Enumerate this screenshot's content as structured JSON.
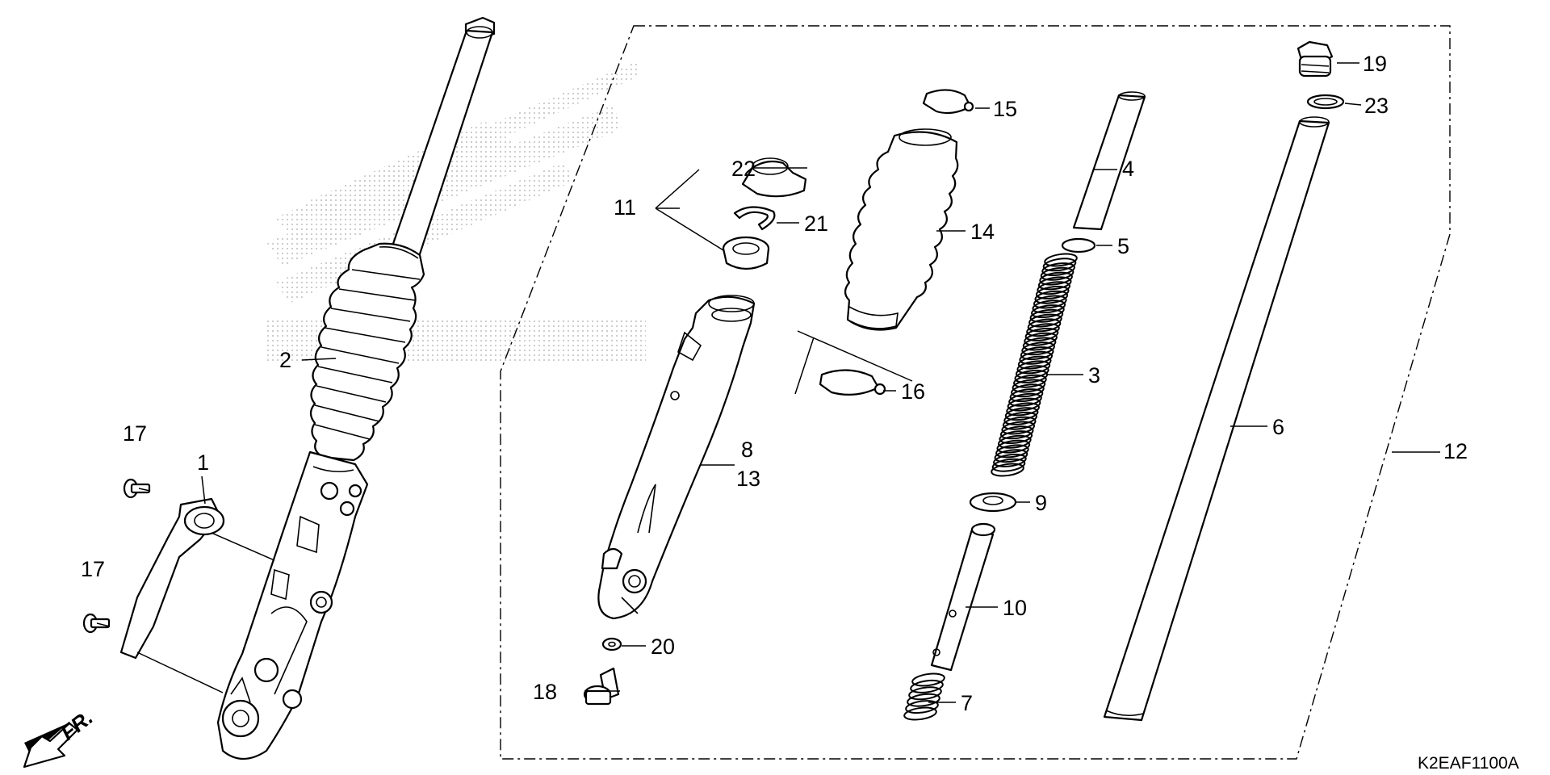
{
  "callouts": {
    "c1": "1",
    "c2": "2",
    "c3": "3",
    "c4": "4",
    "c5": "5",
    "c6": "6",
    "c7": "7",
    "c8": "8",
    "c9": "9",
    "c10": "10",
    "c11": "11",
    "c12": "12",
    "c13": "13",
    "c14": "14",
    "c15": "15",
    "c16": "16",
    "c17a": "17",
    "c17b": "17",
    "c18": "18",
    "c19": "19",
    "c20": "20",
    "c21": "21",
    "c22": "22",
    "c23": "23"
  },
  "direction_label": "FR.",
  "diagram_code": "K2EAF1100A",
  "colors": {
    "ink": "#000000",
    "paper": "#ffffff",
    "watermark": "#d4d4d4"
  },
  "watermark": "honda-wing-logo"
}
